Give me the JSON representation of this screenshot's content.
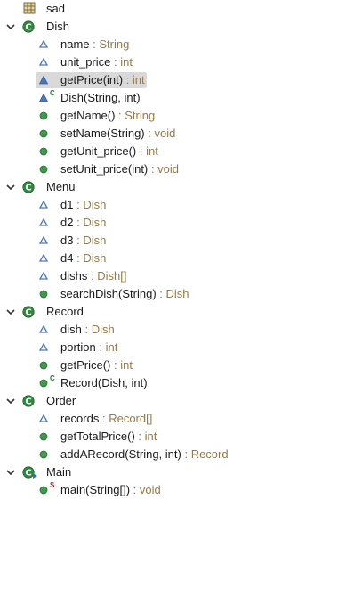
{
  "tree": {
    "top": {
      "label": "sad",
      "icon": "grid-icon"
    },
    "classes": [
      {
        "id": "dish",
        "name": "Dish",
        "icon": "class-icon",
        "members": [
          {
            "kind": "field",
            "name": "name",
            "type": "String"
          },
          {
            "kind": "field",
            "name": "unit_price",
            "type": "int"
          },
          {
            "kind": "method-default-filled",
            "name": "getPrice(int)",
            "type": "int",
            "selected": true
          },
          {
            "kind": "constructor-default",
            "name": "Dish(String, int)",
            "type": "",
            "badge": "C"
          },
          {
            "kind": "method-public",
            "name": "getName()",
            "type": "String"
          },
          {
            "kind": "method-public",
            "name": "setName(String)",
            "type": "void"
          },
          {
            "kind": "method-public",
            "name": "getUnit_price()",
            "type": "int"
          },
          {
            "kind": "method-public",
            "name": "setUnit_price(int)",
            "type": "void"
          }
        ]
      },
      {
        "id": "menu",
        "name": "Menu",
        "icon": "class-icon",
        "members": [
          {
            "kind": "field",
            "name": "d1",
            "type": "Dish"
          },
          {
            "kind": "field",
            "name": "d2",
            "type": "Dish"
          },
          {
            "kind": "field",
            "name": "d3",
            "type": "Dish"
          },
          {
            "kind": "field",
            "name": "d4",
            "type": "Dish"
          },
          {
            "kind": "field",
            "name": "dishs",
            "type": "Dish[]"
          },
          {
            "kind": "method-public",
            "name": "searchDish(String)",
            "type": "Dish"
          }
        ]
      },
      {
        "id": "record",
        "name": "Record",
        "icon": "class-icon",
        "members": [
          {
            "kind": "field",
            "name": "dish",
            "type": "Dish"
          },
          {
            "kind": "field",
            "name": "portion",
            "type": "int"
          },
          {
            "kind": "method-public",
            "name": "getPrice()",
            "type": "int"
          },
          {
            "kind": "constructor-public",
            "name": "Record(Dish, int)",
            "type": "",
            "badge": "C"
          }
        ]
      },
      {
        "id": "order",
        "name": "Order",
        "icon": "class-icon",
        "members": [
          {
            "kind": "field",
            "name": "records",
            "type": "Record[]"
          },
          {
            "kind": "method-public",
            "name": "getTotalPrice()",
            "type": "int"
          },
          {
            "kind": "method-public",
            "name": "addARecord(String, int)",
            "type": "Record"
          }
        ]
      },
      {
        "id": "main",
        "name": "Main",
        "icon": "class-main-icon",
        "members": [
          {
            "kind": "method-public",
            "name": "main(String[])",
            "type": "void",
            "badge": "S"
          }
        ]
      }
    ]
  },
  "colors": {
    "class_green": "#2e8b3d",
    "method_green": "#3f9a4a",
    "field_blue": "#4a77c2",
    "type_brown": "#9a7a40",
    "selection": "#d9d9d9"
  }
}
